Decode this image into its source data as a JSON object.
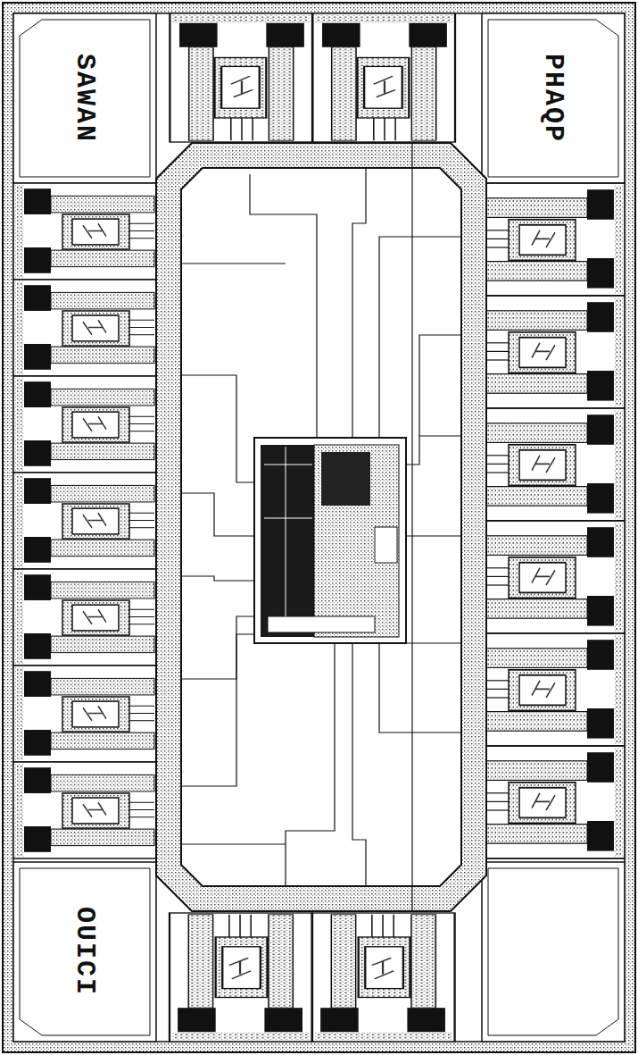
{
  "diagram": {
    "labels": [
      "SAWAN",
      "PHAQP",
      "OUICI"
    ]
  }
}
